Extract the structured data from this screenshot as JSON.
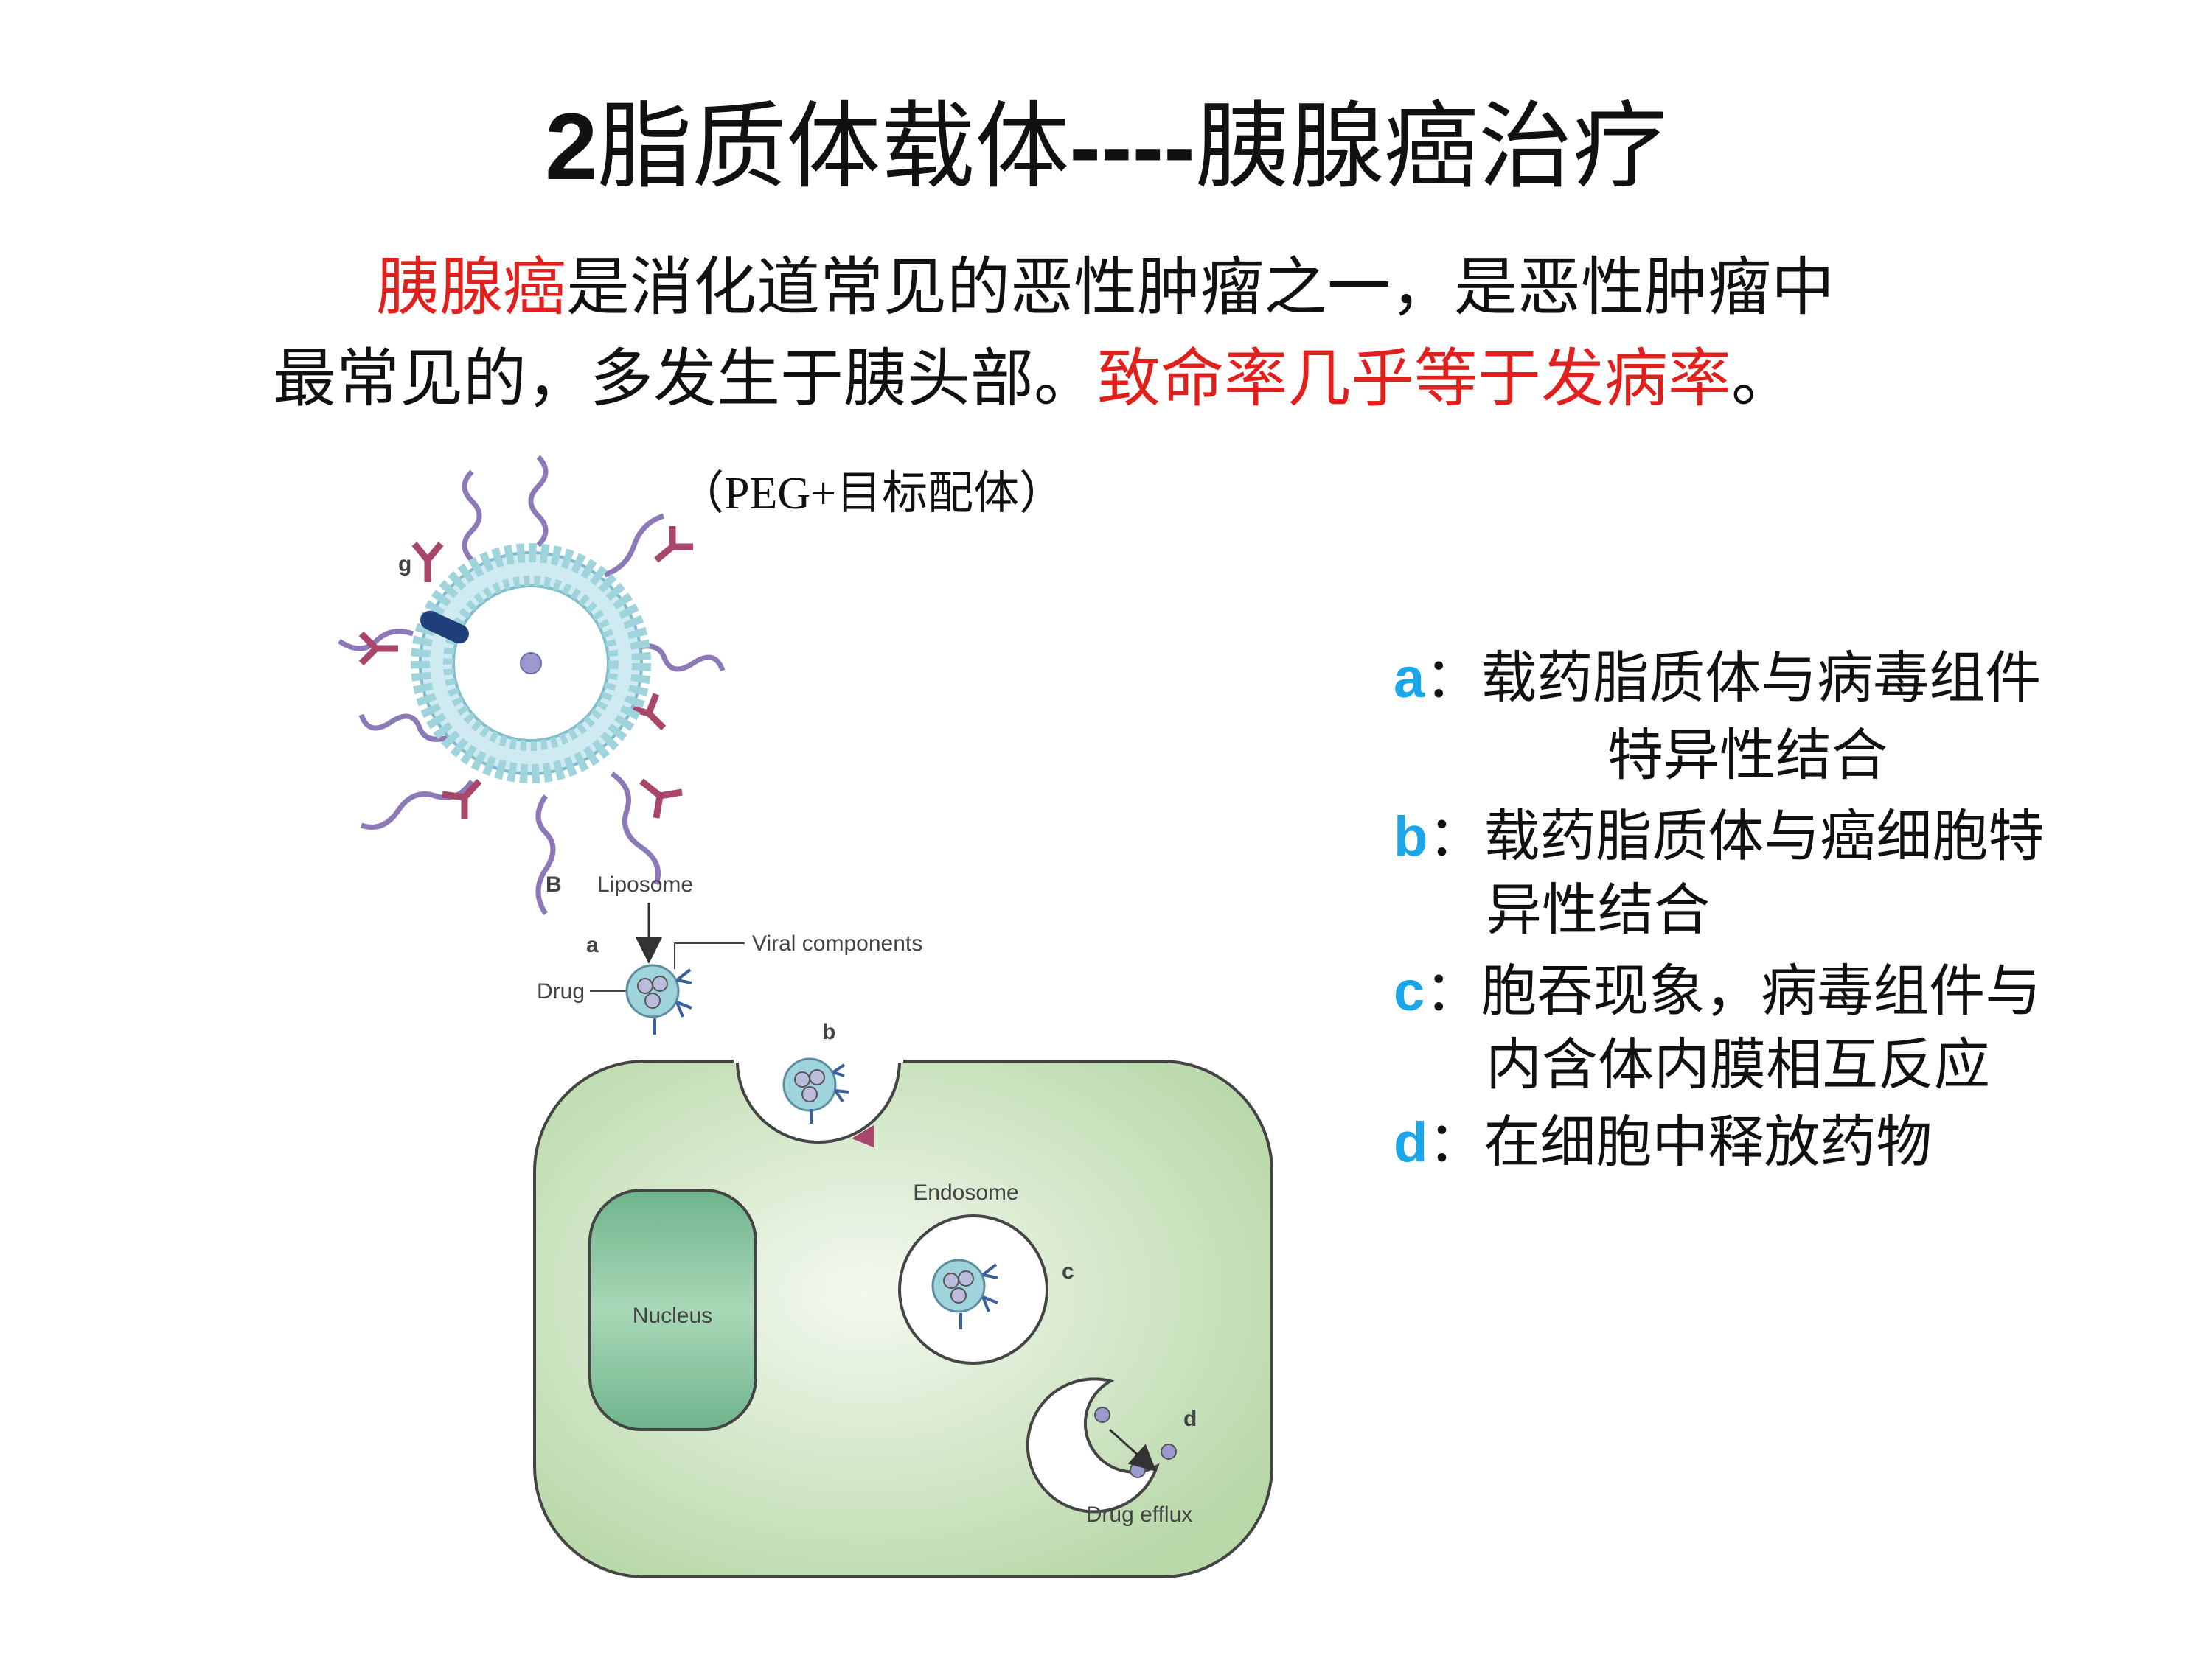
{
  "title": {
    "number": "2",
    "text_main": "脂质体载体",
    "dashes": "----",
    "text_topic": "胰腺癌治疗"
  },
  "intro": {
    "highlight_1": "胰腺癌",
    "text_1": "是消化道常见的恶性肿瘤之一，是恶性肿瘤中",
    "text_2": "最常见的，多发生于胰头部。",
    "highlight_2": "致命率几乎等于发病率",
    "text_3": "。"
  },
  "peg_label": "（PEG+目标配体）",
  "diagram": {
    "label_g": "g",
    "label_B": "B",
    "label_liposome": "Liposome",
    "label_a": "a",
    "label_viral": "Viral components",
    "label_drug": "Drug",
    "label_b": "b",
    "label_endosome": "Endosome",
    "label_c": "c",
    "label_nucleus": "Nucleus",
    "label_d": "d",
    "label_efflux": "Drug efflux",
    "colors": {
      "membrane": "#9fd4dc",
      "cell": "#c7e1b9",
      "nucleus": "#7fc09a",
      "peg": "#8c7ab8",
      "ligand": "#a8466c",
      "viral": "#3b5f9e"
    }
  },
  "legend": {
    "a_letter": "a",
    "a_colon": "：",
    "a_line1": "载药脂质体与病毒组件",
    "a_line2": "特异性结合",
    "b_letter": "b",
    "b_colon": "：",
    "b_line1": "载药脂质体与癌细胞特",
    "b_line2": "异性结合",
    "c_letter": "c",
    "c_colon": "：",
    "c_line1": "胞吞现象，病毒组件与",
    "c_line2": "内含体内膜相互反应",
    "d_letter": "d",
    "d_colon": "：",
    "d_line1": "在细胞中释放药物"
  }
}
